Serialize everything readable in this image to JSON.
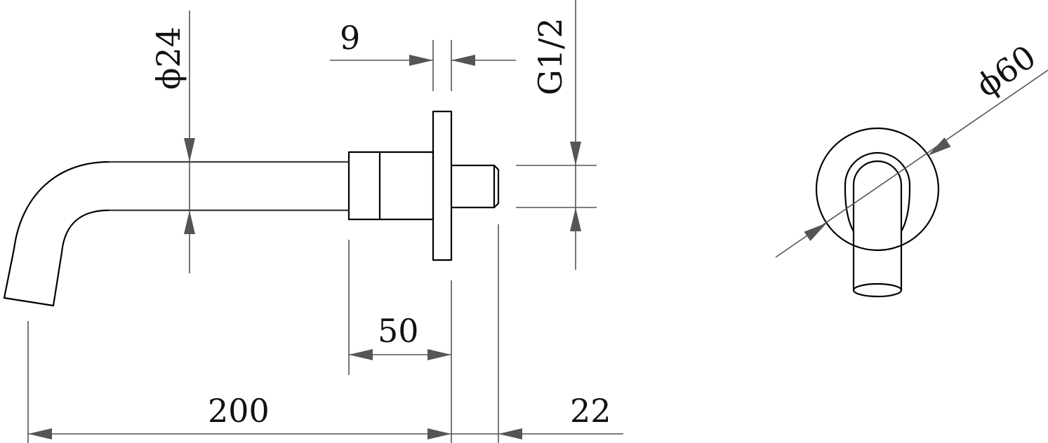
{
  "dimensions": {
    "diameter_spout": "ϕ24",
    "flange_thickness": "9",
    "thread": "G1/2",
    "rosette_diameter": "ϕ60",
    "body_length": "50",
    "total_projection": "200",
    "thread_length": "22"
  },
  "colors": {
    "outline": "#000000",
    "dimension_line": "#555555",
    "background": "#ffffff"
  }
}
